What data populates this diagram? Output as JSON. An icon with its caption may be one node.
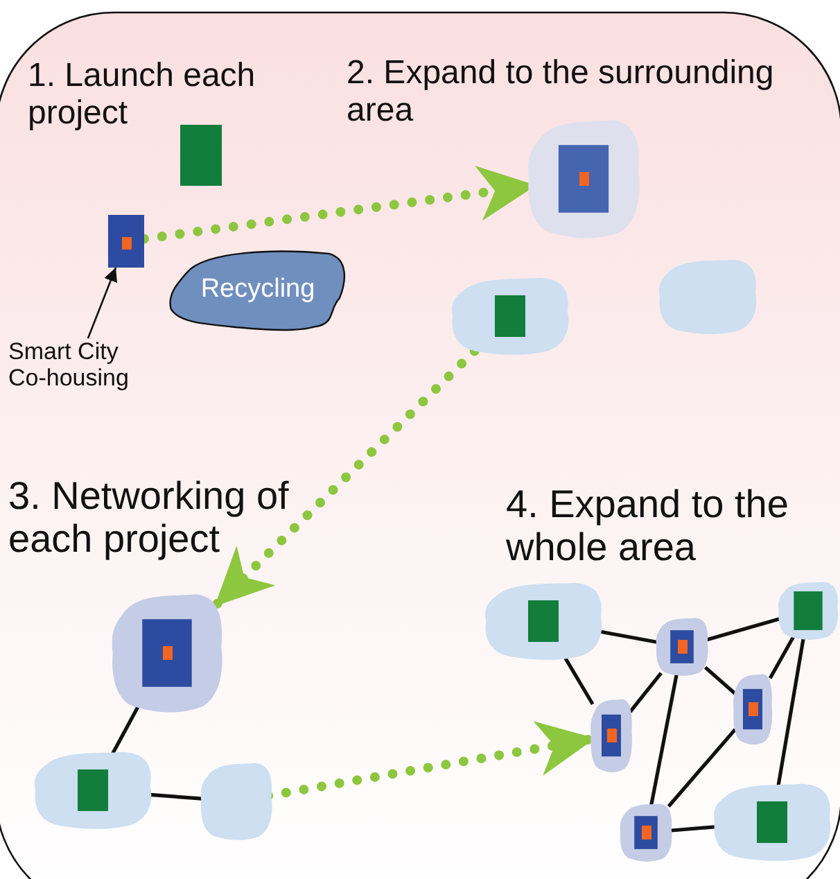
{
  "diagram": {
    "nodes": [
      {
        "text": [
          "1. Launch each project"
        ]
      },
      {
        "text": [],
        "shape": "box"
      },
      {
        "text": [],
        "shape": "box"
      },
      {
        "text": [
          "Recycling"
        ]
      },
      {
        "text": [
          "Smart City Co-housing"
        ]
      },
      {
        "text": [
          "2. Expand to the surrounding area"
        ]
      },
      {
        "text": [],
        "shape": "cloud"
      },
      {
        "text": [],
        "shape": "cloud"
      },
      {
        "text": [],
        "shape": "cloud"
      },
      {
        "text": [
          "3. Networking of each project"
        ]
      },
      {
        "text": [],
        "shape": "cloud"
      },
      {
        "text": [],
        "shape": "cloud"
      },
      {
        "text": [],
        "shape": "cloud"
      },
      {
        "text": [
          "4. Expand to the whole area"
        ]
      },
      {
        "text": [],
        "shape": "cloud"
      },
      {
        "text": [],
        "shape": "cloud"
      },
      {
        "text": [],
        "shape": "cloud"
      },
      {
        "text": [],
        "shape": "cloud"
      },
      {
        "text": [],
        "shape": "cloud"
      },
      {
        "text": [],
        "shape": "cloud"
      },
      {
        "text": [],
        "shape": "cloud"
      }
    ],
    "edges": [
      {
        "from": 4,
        "to": 2,
        "arrow": "to"
      },
      {
        "from": 2,
        "to": 6,
        "arrow": "to",
        "style": "dashed",
        "color": "#8dc63f"
      },
      {
        "from": 7,
        "to": 10,
        "arrow": "to",
        "style": "dashed",
        "color": "#8dc63f"
      },
      {
        "from": 10,
        "to": 11,
        "arrow": "none"
      },
      {
        "from": 11,
        "to": 12,
        "arrow": "none"
      },
      {
        "from": 12,
        "to": 17,
        "arrow": "to",
        "style": "dashed",
        "color": "#8dc63f"
      },
      {
        "from": 14,
        "to": 15,
        "arrow": "none"
      },
      {
        "from": 14,
        "to": 17,
        "arrow": "none"
      },
      {
        "from": 15,
        "to": 16,
        "arrow": "none"
      },
      {
        "from": 15,
        "to": 17,
        "arrow": "none"
      },
      {
        "from": 15,
        "to": 18,
        "arrow": "none"
      },
      {
        "from": 15,
        "to": 19,
        "arrow": "none"
      },
      {
        "from": 16,
        "to": 18,
        "arrow": "none"
      },
      {
        "from": 16,
        "to": 20,
        "arrow": "none"
      },
      {
        "from": 18,
        "to": 19,
        "arrow": "none"
      },
      {
        "from": 19,
        "to": 20,
        "arrow": "none"
      }
    ]
  }
}
